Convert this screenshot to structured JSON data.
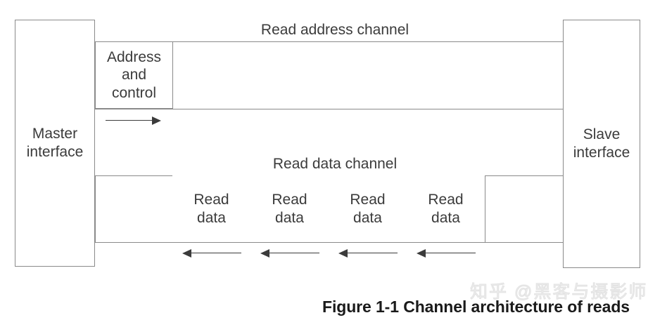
{
  "figure": {
    "caption": "Figure 1-1 Channel architecture of reads",
    "watermark": "知乎 @黑客与摄影师"
  },
  "endpoints": {
    "master": "Master\ninterface",
    "master_line1": "Master",
    "master_line2": "interface",
    "slave_line1": "Slave",
    "slave_line2": "interface"
  },
  "channels": [
    {
      "id": "read-address-channel",
      "label": "Read address channel",
      "direction": "master-to-slave",
      "cells": [
        {
          "line1": "Address",
          "line2": "and",
          "line3": "control"
        }
      ],
      "arrow_count": 1
    },
    {
      "id": "read-data-channel",
      "label": "Read data channel",
      "direction": "slave-to-master",
      "cells": [
        {
          "line1": "Read",
          "line2": "data"
        },
        {
          "line1": "Read",
          "line2": "data"
        },
        {
          "line1": "Read",
          "line2": "data"
        },
        {
          "line1": "Read",
          "line2": "data"
        }
      ],
      "arrow_count": 4
    }
  ],
  "colors": {
    "stroke": "#8a8a8a",
    "text": "#3b3b3b",
    "caption": "#1a1a1a",
    "background": "#ffffff",
    "arrow": "#3b3b3b",
    "watermark": "#e2e2e2"
  }
}
